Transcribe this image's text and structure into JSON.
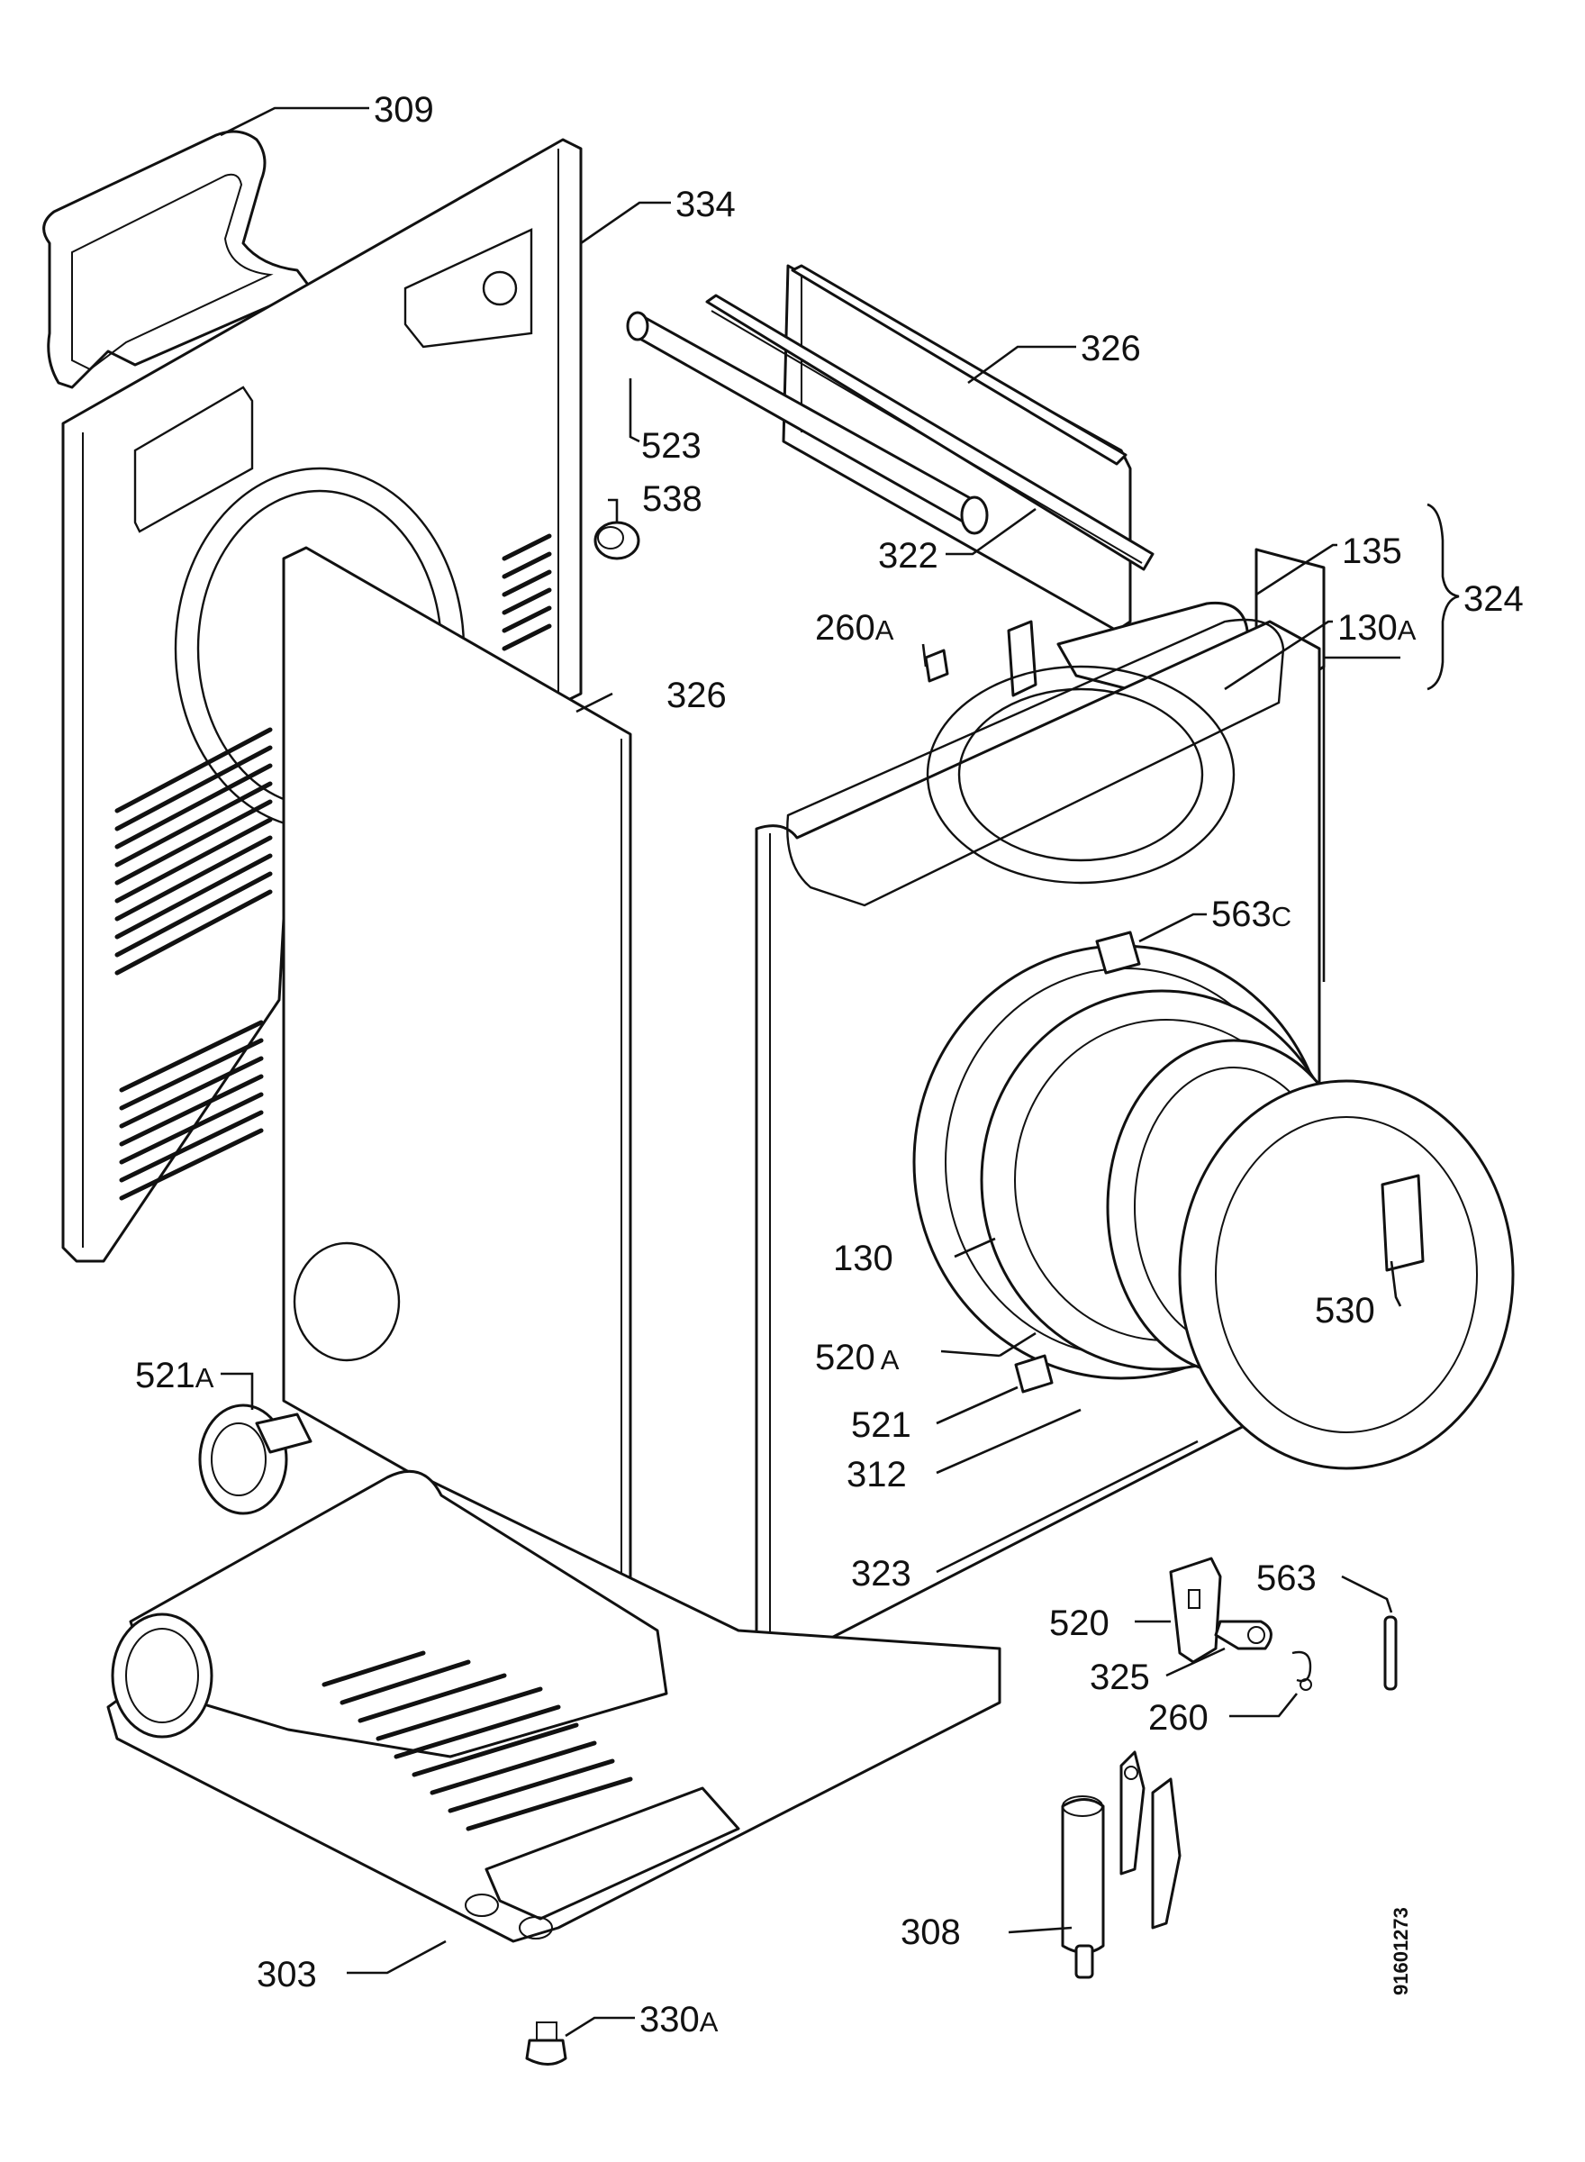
{
  "labels": {
    "p309": "309",
    "p334": "334",
    "p326_top": "326",
    "p523": "523",
    "p538": "538",
    "p322": "322",
    "p135": "135",
    "p324": "324",
    "p260a": "260",
    "p260a_suffix": "A",
    "p130a": "130",
    "p130a_suffix": "A",
    "p326_side": "326",
    "p563c": "563",
    "p563c_suffix": "C",
    "p130": "130",
    "p530": "530",
    "p520a": "520",
    "p520a_suffix": "A",
    "p521a": "521",
    "p521a_suffix": "A",
    "p521": "521",
    "p312": "312",
    "p323": "323",
    "p563": "563",
    "p520": "520",
    "p325": "325",
    "p260": "260",
    "p308": "308",
    "p303": "303",
    "p330a": "330",
    "p330a_suffix": "A"
  },
  "document_number": "91601273"
}
